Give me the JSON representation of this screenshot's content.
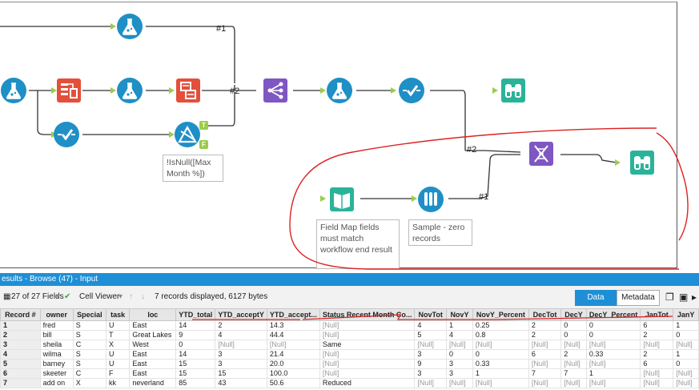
{
  "canvas": {
    "anchor_labels": [
      "#1",
      "#2",
      "#2",
      "#1"
    ],
    "filter_note": "!IsNull([Max Month %])",
    "fieldmap_note": "Field Map fields must match workflow end result",
    "sample_note": "Sample - zero records",
    "filter_true": "T",
    "filter_false": "F",
    "colors": {
      "formula": "#1f8fc6",
      "transform": "#e2503c",
      "join": "#7e57c2",
      "output": "#2bb39a",
      "annotation": "#dd2222"
    }
  },
  "results": {
    "title": "esults - Browse (47) - Input",
    "fields_selector": "27 of 27 Fields",
    "cell_viewer": "Cell Viewer",
    "status": "7 records displayed, 6127 bytes",
    "tab_data": "Data",
    "tab_metadata": "Metadata",
    "columns": [
      "Record #",
      "owner",
      "Special",
      "task",
      "loc",
      "YTD_total",
      "YTD_acceptY",
      "YTD_accept...",
      "Status Recent Month Co...",
      "NovTot",
      "NovY",
      "NovY_Percent",
      "DecTot",
      "DecY",
      "DecY_Percent",
      "JanTot",
      "JanY"
    ],
    "rows": [
      [
        "1",
        "fred",
        "S",
        "U",
        "East",
        "14",
        "2",
        "14.3",
        "[Null]",
        "4",
        "1",
        "0.25",
        "2",
        "0",
        "0",
        "6",
        "1"
      ],
      [
        "2",
        "bill",
        "S",
        "T",
        "Great Lakes",
        "9",
        "4",
        "44.4",
        "[Null]",
        "5",
        "4",
        "0.8",
        "2",
        "0",
        "0",
        "2",
        "0"
      ],
      [
        "3",
        "sheila",
        "C",
        "X",
        "West",
        "0",
        "[Null]",
        "[Null]",
        "Same",
        "[Null]",
        "[Null]",
        "[Null]",
        "[Null]",
        "[Null]",
        "[Null]",
        "[Null]",
        "[Null]"
      ],
      [
        "4",
        "wilma",
        "S",
        "U",
        "East",
        "14",
        "3",
        "21.4",
        "[Null]",
        "3",
        "0",
        "0",
        "6",
        "2",
        "0.33",
        "2",
        "1"
      ],
      [
        "5",
        "barney",
        "S",
        "U",
        "East",
        "15",
        "3",
        "20.0",
        "[Null]",
        "9",
        "3",
        "0.33",
        "[Null]",
        "[Null]",
        "[Null]",
        "6",
        "0"
      ],
      [
        "6",
        "skeeter",
        "C",
        "F",
        "East",
        "15",
        "15",
        "100.0",
        "[Null]",
        "3",
        "3",
        "1",
        "7",
        "7",
        "1",
        "[Null]",
        "[Null]"
      ],
      [
        "7",
        "add on",
        "X",
        "kk",
        "neverland",
        "85",
        "43",
        "50.6",
        "Reduced",
        "[Null]",
        "[Null]",
        "[Null]",
        "[Null]",
        "[Null]",
        "[Null]",
        "[Null]",
        "[Null]"
      ]
    ]
  }
}
